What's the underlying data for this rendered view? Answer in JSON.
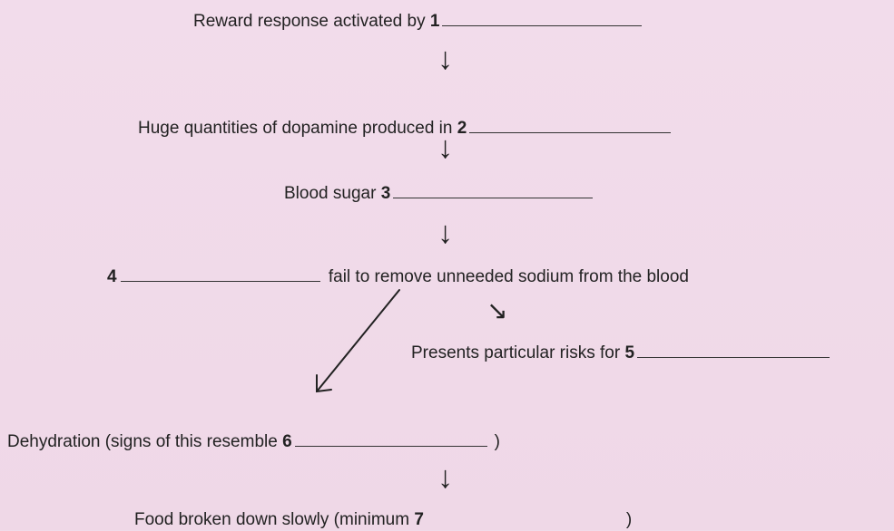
{
  "steps": [
    {
      "text": "Reward response activated by ",
      "num": "1"
    },
    {
      "text": "Huge quantities of dopamine produced in ",
      "num": "2"
    },
    {
      "text": "Blood sugar ",
      "num": "3"
    },
    {
      "num": "4",
      "text": " fail to remove unneeded sodium from the blood"
    },
    {
      "text": "Presents particular risks for ",
      "num": "5"
    },
    {
      "text": "Dehydration (signs of this resemble ",
      "num": "6",
      "close": ")"
    },
    {
      "text": "Food broken down slowly (minimum ",
      "num": "7",
      "close": ")"
    }
  ],
  "arrow_glyphs": {
    "down": "↓",
    "diag_right": "↘"
  }
}
